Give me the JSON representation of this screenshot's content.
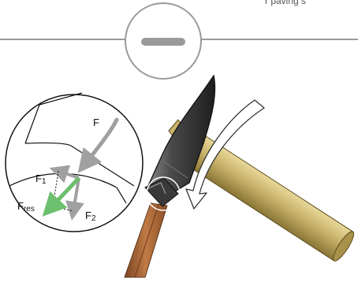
{
  "header": {
    "partial_text": "r paving s",
    "sign_icon": "minus-sign-icon"
  },
  "labels": {
    "F": "F",
    "F1_base": "F",
    "F1_sub": "1",
    "F2_base": "F",
    "F2_sub": "2",
    "Fres_base": "F",
    "Fres_sub": "res"
  },
  "colors": {
    "line_gray": "#9a9a9a",
    "force_gray": "#a0a0a0",
    "resultant_green": "#6cbf6c",
    "handle_wood": "#b06a3a",
    "hammer_gold": "#c9b26a",
    "chisel_dark": "#3a3a3a"
  }
}
